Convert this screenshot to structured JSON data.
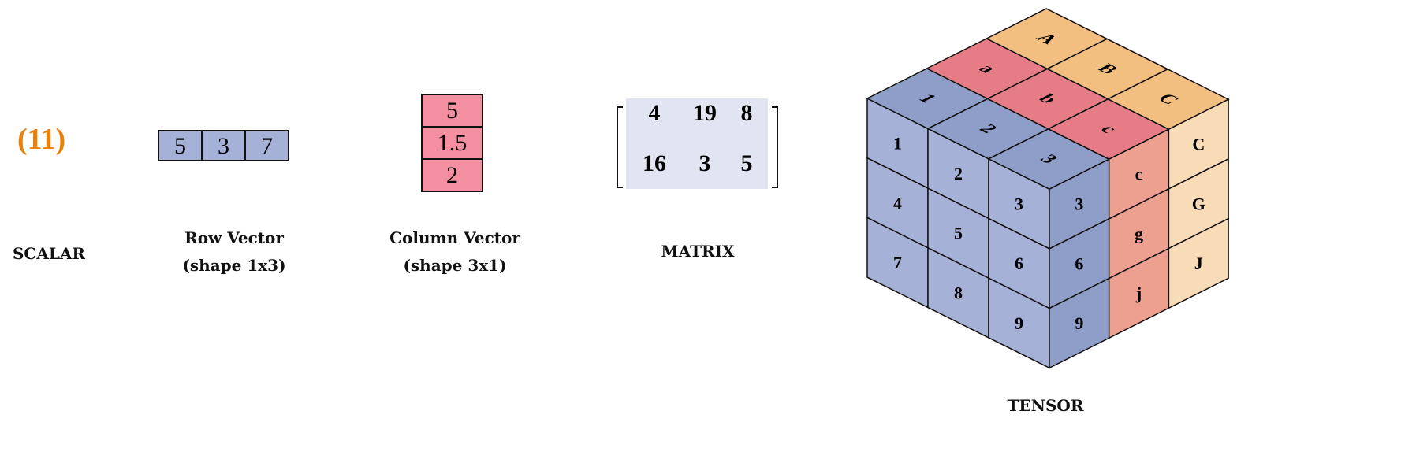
{
  "scalar": {
    "value": "(11)",
    "label": "SCALAR"
  },
  "row_vector": {
    "values": [
      "5",
      "3",
      "7"
    ],
    "label": "Row Vector",
    "shape": "(shape 1x3)"
  },
  "column_vector": {
    "values": [
      "5",
      "1.5",
      "2"
    ],
    "label": "Column Vector",
    "shape": "(shape 3x1)"
  },
  "matrix": {
    "rows": [
      [
        "4",
        "19",
        "8"
      ],
      [
        "16",
        "3",
        "5"
      ]
    ],
    "label": "MATRIX"
  },
  "tensor": {
    "label": "TENSOR",
    "front_face": [
      [
        "1",
        "2",
        "3"
      ],
      [
        "4",
        "5",
        "6"
      ],
      [
        "7",
        "8",
        "9"
      ]
    ],
    "top_face": [
      [
        "1",
        "2",
        "3"
      ],
      [
        "a",
        "b",
        "c"
      ],
      [
        "A",
        "B",
        "C"
      ]
    ],
    "right_face": [
      [
        "3",
        "c",
        "C"
      ],
      [
        "6",
        "g",
        "G"
      ],
      [
        "9",
        "j",
        "J"
      ]
    ],
    "colors": {
      "blue_front": "#a5b1d6",
      "blue_top": "#8f9ec8",
      "red_top": "#e67d86",
      "red_side": "#eda08f",
      "orange_top": "#f2bf80",
      "orange_side": "#f8dcb8",
      "scalar": "#e8820c"
    }
  }
}
